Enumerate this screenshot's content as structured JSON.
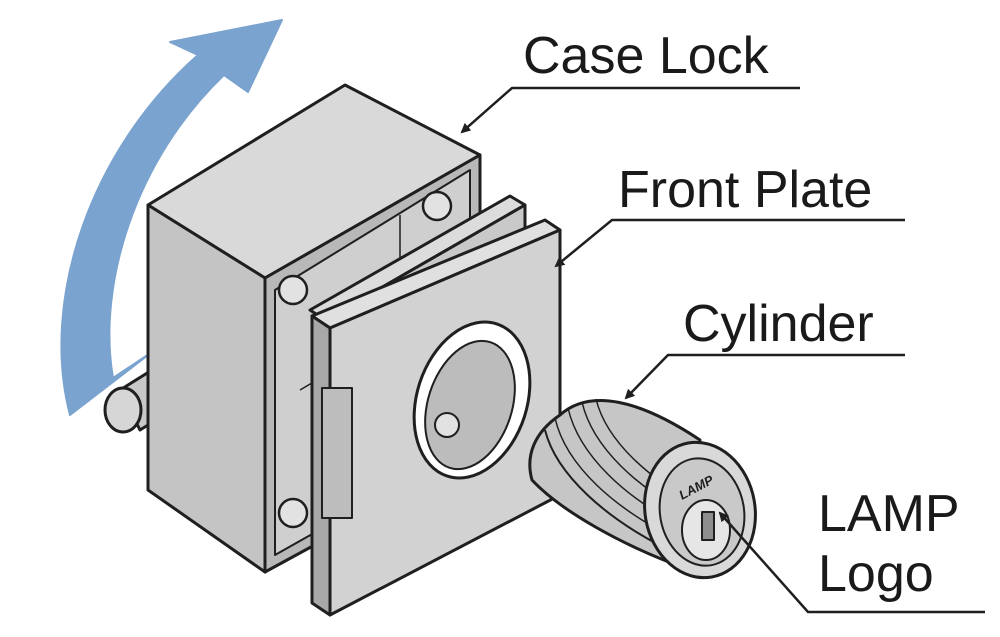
{
  "labels": {
    "case_lock": "Case Lock",
    "front_plate": "Front Plate",
    "cylinder": "Cylinder",
    "lamp_logo_line1": "LAMP",
    "lamp_logo_line2": "Logo"
  },
  "engraving": "LAMP",
  "colors": {
    "rotation_arrow": "#7ba3cf",
    "metal_light": "#d4d4d4",
    "metal_mid": "#bdbdbd",
    "metal_dark": "#a3a3a3",
    "outline": "#1f1f1f"
  }
}
